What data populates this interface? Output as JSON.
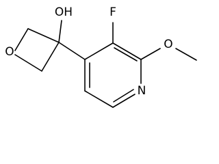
{
  "molecule": {
    "labels": {
      "oxygen_ring": "O",
      "hydroxyl": "OH",
      "fluorine": "F",
      "methoxy_oxygen": "O",
      "pyridine_nitrogen": "N"
    }
  }
}
